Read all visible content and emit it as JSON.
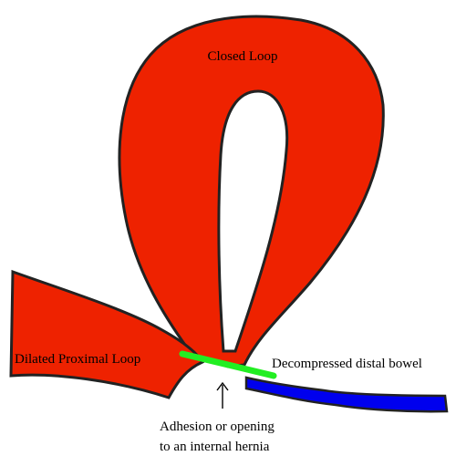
{
  "labels": {
    "closed_loop": "Closed Loop",
    "proximal_loop": "Dilated Proximal Loop",
    "distal_bowel": "Decompressed distal bowel",
    "adhesion_line1": "Adhesion or opening",
    "adhesion_line2": "to an internal hernia"
  },
  "colors": {
    "bowel_dilated": "#ee2200",
    "bowel_decompressed": "#0000ee",
    "adhesion_band": "#22ee22",
    "outline": "#222222",
    "background": "#ffffff"
  },
  "icons": {
    "pointer": "up-arrow-icon"
  }
}
